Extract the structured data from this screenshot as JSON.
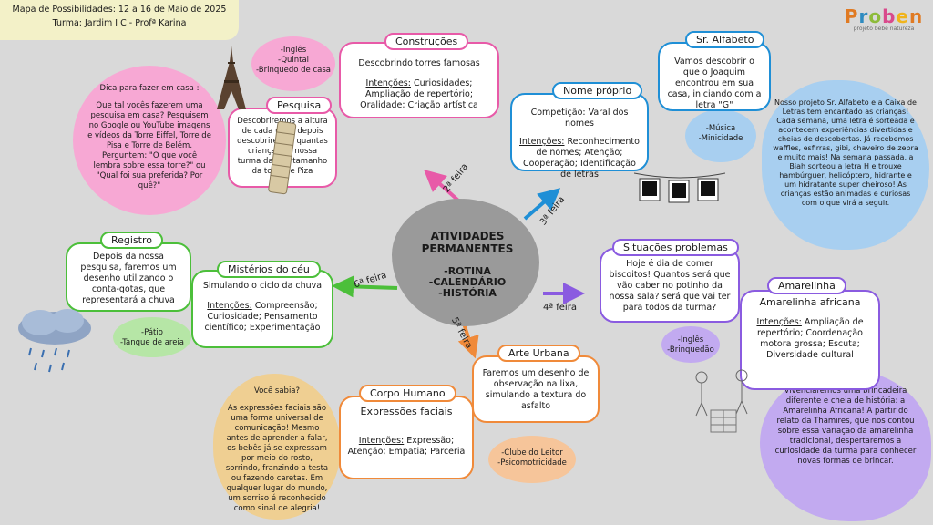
{
  "header": {
    "line1": "Mapa de Possibilidades: 12 a 16 de Maio de 2025",
    "line2": "Turma: Jardim I C - Profª Karina"
  },
  "logo": {
    "word": [
      "P",
      "r",
      "o",
      "b",
      "e",
      "n"
    ],
    "sub": "projeto bebê natureza"
  },
  "center": {
    "title": "ATIVIDADES PERMANENTES",
    "items": [
      "-ROTINA",
      "-CALENDÁRIO",
      "-HISTÓRIA"
    ]
  },
  "days": {
    "mon": "2ª feira",
    "tue": "3ª feira",
    "wed": "4ª feira",
    "thu": "5ª feira",
    "fri": "6ª feira"
  },
  "construcoes": {
    "label": "Construções",
    "text": "Descobrindo torres famosas",
    "intencoes_label": "Intenções:",
    "intencoes": " Curiosidades; Ampliação de repertório; Oralidade; Criação artística"
  },
  "construcoes_extras": [
    "-Inglês",
    "-Quintal",
    "-Brinquedo de casa"
  ],
  "pesquisa": {
    "label": "Pesquisa",
    "text": "Descobriremos a altura de cada um e depois descobriremos quantas crianças da nossa turma daria o tamanho da torre de Piza"
  },
  "dica": {
    "title": "Dica para fazer em casa :",
    "text": "Que tal vocês fazerem uma pesquisa em casa? Pesquisem no Google ou YouTube imagens e vídeos da Torre Eiffel, Torre de Pisa e Torre de Belém. Perguntem: \"O que você lembra sobre essa torre?\" ou \"Qual foi sua preferida? Por quê?\""
  },
  "alfabeto": {
    "label": "Sr. Alfabeto",
    "text": "Vamos descobrir o que o Joaquim encontrou em sua casa, iniciando com a letra \"G\""
  },
  "alfabeto_extras": [
    "-Música",
    "-Minicidade"
  ],
  "alfabeto_info": "Nosso projeto Sr. Alfabeto e a Caixa de Letras tem encantado as crianças! Cada semana, uma letra é sorteada e acontecem experiências divertidas e cheias de descobertas. Já recebemos waffles, esfirras, gibi, chaveiro de zebra e muito mais! Na semana passada, a Biah sorteou a letra H e trouxe hambúrguer, helicóptero, hidrante e um hidratante super cheiroso! As crianças estão animadas e curiosas com o que virá a seguir.",
  "nome": {
    "label": "Nome próprio",
    "text": "Competição: Varal dos nomes",
    "intencoes_label": "Intenções:",
    "intencoes": " Reconhecimento de nomes; Atenção; Cooperação; Identificação de letras"
  },
  "situacoes": {
    "label": "Situações problemas",
    "text": "Hoje é dia de comer biscoitos! Quantos será que vão caber no potinho da nossa sala? será que vai ter para todos da turma?"
  },
  "situacoes_extras": [
    "-Inglês",
    "-Brinquedão"
  ],
  "amarelinha": {
    "label": "Amarelinha",
    "text": "Amarelinha africana",
    "intencoes_label": "Intenções:",
    "intencoes": " Ampliação de repertório; Coordenação motora grossa; Escuta; Diversidade cultural"
  },
  "amarelinha_info": "Vivenciaremos uma brincadeira diferente e cheia de história: a Amarelinha Africana! A partir do relato da Thamires, que nos contou sobre essa variação da amarelinha tradicional, despertaremos a curiosidade da turma para conhecer novas formas de brincar.",
  "registro": {
    "label": "Registro",
    "text": "Depois da nossa pesquisa, faremos um desenho utilizando o conta-gotas, que representará a chuva"
  },
  "ceu": {
    "label": "Mistérios do céu",
    "text": "Simulando o ciclo da chuva",
    "intencoes_label": "Intenções:",
    "intencoes": " Compreensão; Curiosidade; Pensamento científico;  Experimentação"
  },
  "ceu_extras": [
    "-Pátio",
    "-Tanque de areia"
  ],
  "arte": {
    "label": "Arte Urbana",
    "text": "Faremos um desenho de observação na lixa, simulando a textura do asfalto"
  },
  "arte_extras": [
    "-Clube do Leitor",
    "-Psicomotricidade"
  ],
  "corpo": {
    "label": "Corpo Humano",
    "text": "Expressões faciais",
    "intencoes_label": "Intenções:",
    "intencoes": " Expressão; Atenção; Empatia; Parceria"
  },
  "sabia": {
    "title": "Você sabia?",
    "text": "As expressões faciais são uma forma universal de comunicação! Mesmo antes de aprender a falar, os bebês já se expressam por meio do rosto, sorrindo, franzindo a testa ou fazendo caretas. Em qualquer lugar do mundo, um sorriso é reconhecido como sinal de alegria!"
  },
  "colors": {
    "pink": "#e85aa8",
    "blue": "#1f8fd6",
    "violet": "#8a5be0",
    "orange": "#f08a3a",
    "green": "#4cbf3a"
  }
}
